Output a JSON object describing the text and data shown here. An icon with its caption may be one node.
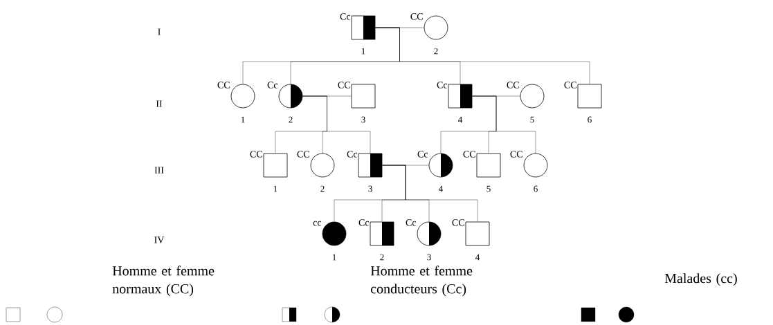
{
  "diagram": {
    "nodes": [
      {
        "text": [],
        "shape": "box",
        "beside": [
          "Cc",
          "1"
        ]
      },
      {
        "text": [],
        "shape": "circle",
        "beside": [
          "CC",
          "2"
        ]
      },
      {
        "text": [],
        "shape": "circle",
        "beside": [
          "CC",
          "1"
        ]
      },
      {
        "text": [],
        "shape": "circle",
        "beside": [
          "Cc",
          "2"
        ]
      },
      {
        "text": [],
        "shape": "box",
        "beside": [
          "CC",
          "3"
        ]
      },
      {
        "text": [],
        "shape": "box",
        "beside": [
          "Cc",
          "4"
        ]
      },
      {
        "text": [],
        "shape": "circle",
        "beside": [
          "CC",
          "5"
        ]
      },
      {
        "text": [],
        "shape": "box",
        "beside": [
          "CC",
          "6"
        ]
      },
      {
        "text": [],
        "shape": "box",
        "beside": [
          "CC",
          "1"
        ]
      },
      {
        "text": [],
        "shape": "circle",
        "beside": [
          "CC",
          "2"
        ]
      },
      {
        "text": [],
        "shape": "box",
        "beside": [
          "Cc",
          "3"
        ]
      },
      {
        "text": [],
        "shape": "circle",
        "beside": [
          "Cc",
          "4"
        ]
      },
      {
        "text": [],
        "shape": "box",
        "beside": [
          "CC",
          "5"
        ]
      },
      {
        "text": [],
        "shape": "circle",
        "beside": [
          "CC",
          "6"
        ]
      },
      {
        "text": [],
        "shape": "circle",
        "beside": [
          "cc",
          "1"
        ]
      },
      {
        "text": [],
        "shape": "box",
        "beside": [
          "Cc",
          "2"
        ]
      },
      {
        "text": [],
        "shape": "circle",
        "beside": [
          "Cc",
          "3"
        ]
      },
      {
        "text": [],
        "shape": "box",
        "beside": [
          "CC",
          "4"
        ]
      }
    ],
    "edges": [
      {
        "from": 0,
        "to": 1,
        "arrow": "none"
      },
      {
        "from": 0,
        "to": 2,
        "arrow": "none"
      },
      {
        "from": 0,
        "to": 3,
        "arrow": "none"
      },
      {
        "from": 0,
        "to": 5,
        "arrow": "none"
      },
      {
        "from": 0,
        "to": 7,
        "arrow": "none"
      },
      {
        "from": 3,
        "to": 4,
        "arrow": "none"
      },
      {
        "from": 5,
        "to": 6,
        "arrow": "none"
      },
      {
        "from": 3,
        "to": 8,
        "arrow": "none"
      },
      {
        "from": 3,
        "to": 9,
        "arrow": "none"
      },
      {
        "from": 3,
        "to": 10,
        "arrow": "none"
      },
      {
        "from": 5,
        "to": 11,
        "arrow": "none"
      },
      {
        "from": 5,
        "to": 12,
        "arrow": "none"
      },
      {
        "from": 5,
        "to": 13,
        "arrow": "none"
      },
      {
        "from": 10,
        "to": 11,
        "arrow": "none"
      },
      {
        "from": 10,
        "to": 14,
        "arrow": "none"
      },
      {
        "from": 10,
        "to": 15,
        "arrow": "none"
      },
      {
        "from": 10,
        "to": 16,
        "arrow": "none"
      },
      {
        "from": 10,
        "to": 17,
        "arrow": "none"
      }
    ],
    "labels": [
      "I",
      "II",
      "III",
      "IV"
    ],
    "legend": [
      {
        "text": "Homme et femme normaux (CC)"
      },
      {
        "text": "Homme et femme conducteurs (Cc)"
      },
      {
        "text": "Malades (cc)"
      }
    ]
  }
}
